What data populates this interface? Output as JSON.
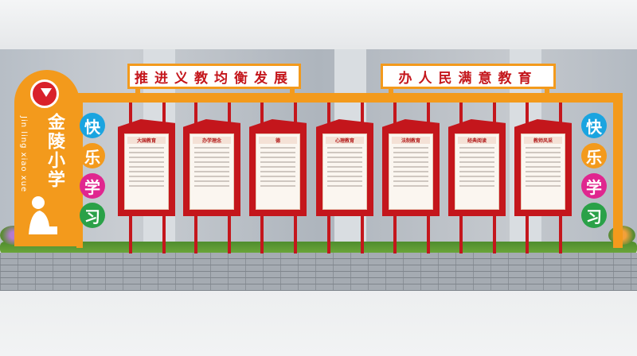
{
  "school": {
    "name": "金陵小学",
    "pinyin": "Jin ling xiao xue",
    "logo_text": "金陵小学"
  },
  "banners": [
    "推进义教均衡发展",
    "办人民满意教育"
  ],
  "slogan_left": [
    "快",
    "乐",
    "学",
    "习"
  ],
  "slogan_right": [
    "快",
    "乐",
    "学",
    "习"
  ],
  "circle_colors": [
    "#1aa4e0",
    "#f39a1c",
    "#e0268f",
    "#2aa148"
  ],
  "boards": [
    {
      "title": "大国教育"
    },
    {
      "title": "办学理念"
    },
    {
      "title": "德"
    },
    {
      "title": "心理教育"
    },
    {
      "title": "法制教育"
    },
    {
      "title": "经典阅读"
    },
    {
      "title": "教师风采"
    }
  ],
  "colors": {
    "frame": "#f39a1c",
    "board": "#c4161c"
  }
}
